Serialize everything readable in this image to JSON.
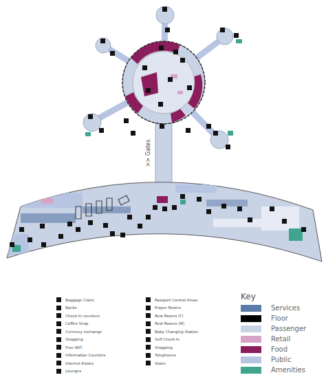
{
  "diagram": {
    "labels": [
      ">> Gates",
      "Key"
    ],
    "legend": [
      {
        "text": "Baggage Claim"
      },
      {
        "text": "Banks"
      },
      {
        "text": "Check-In counters"
      },
      {
        "text": "Coffee Shop"
      },
      {
        "text": "Currency exchange"
      },
      {
        "text": "Shopping"
      },
      {
        "text": "Free WiFi"
      },
      {
        "text": "Information Counters"
      },
      {
        "text": "Internet Kiosks"
      },
      {
        "text": "Lounges"
      },
      {
        "text": "Passport Control Areas"
      },
      {
        "text": "Prayer Rooms"
      },
      {
        "text": "Rest Rooms (F)"
      },
      {
        "text": "Rest Rooms (M)"
      },
      {
        "text": "Baby Changing Station"
      },
      {
        "text": "Self Check-In"
      },
      {
        "text": "Shopping"
      },
      {
        "text": "Telephones"
      },
      {
        "text": "Stairs"
      },
      {
        "text": "Services",
        "color": "#5b7ca8"
      },
      {
        "text": "Floor",
        "color": "#000000"
      },
      {
        "text": "Passenger",
        "color": "#c9d3e6"
      },
      {
        "text": "Retail",
        "color": "#d9a3c9"
      },
      {
        "text": "Food",
        "color": "#8b1d5c"
      },
      {
        "text": "Public",
        "color": "#b7c5e3"
      },
      {
        "text": "Amenities",
        "color": "#3fa58f"
      }
    ]
  }
}
